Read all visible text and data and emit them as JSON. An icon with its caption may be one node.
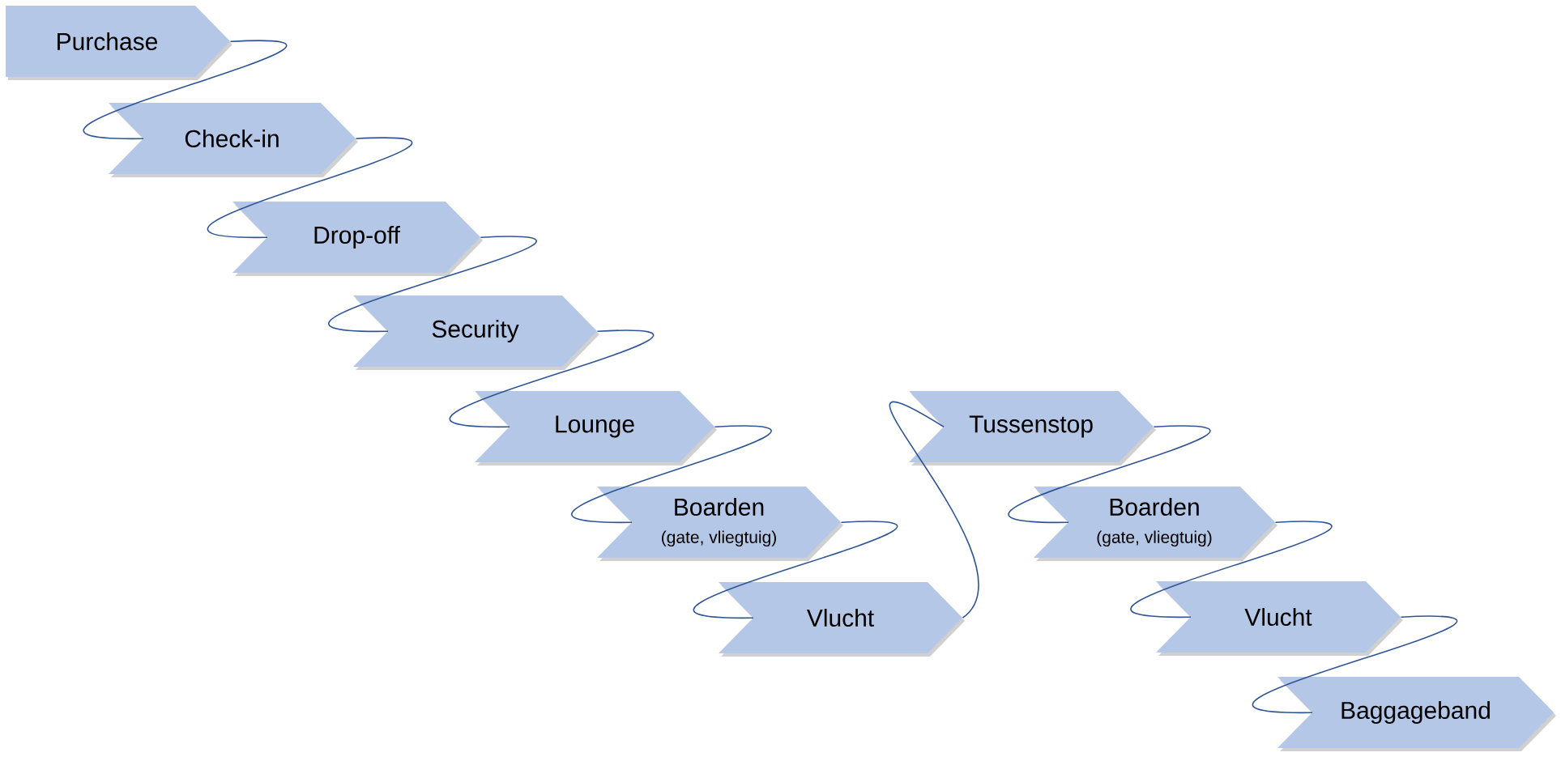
{
  "diagram": {
    "nodes": [
      {
        "text": [
          "Purchase"
        ]
      },
      {
        "text": [
          "Check-in"
        ]
      },
      {
        "text": [
          "Drop-off"
        ]
      },
      {
        "text": [
          "Security"
        ]
      },
      {
        "text": [
          "Lounge"
        ]
      },
      {
        "text": [
          "Boarden",
          "(gate, vliegtuig)"
        ]
      },
      {
        "text": [
          "Vlucht"
        ]
      },
      {
        "text": [
          "Tussenstop"
        ]
      },
      {
        "text": [
          "Boarden",
          "(gate, vliegtuig)"
        ]
      },
      {
        "text": [
          "Vlucht"
        ]
      },
      {
        "text": [
          "Baggageband"
        ]
      }
    ],
    "edges": [
      {
        "from": 0,
        "to": 1,
        "arrow": "none"
      },
      {
        "from": 1,
        "to": 2,
        "arrow": "none"
      },
      {
        "from": 2,
        "to": 3,
        "arrow": "none"
      },
      {
        "from": 3,
        "to": 4,
        "arrow": "none"
      },
      {
        "from": 4,
        "to": 5,
        "arrow": "none"
      },
      {
        "from": 5,
        "to": 6,
        "arrow": "none"
      },
      {
        "from": 6,
        "to": 7,
        "arrow": "none"
      },
      {
        "from": 7,
        "to": 8,
        "arrow": "none"
      },
      {
        "from": 8,
        "to": 9,
        "arrow": "none"
      },
      {
        "from": 9,
        "to": 10,
        "arrow": "none"
      }
    ]
  }
}
